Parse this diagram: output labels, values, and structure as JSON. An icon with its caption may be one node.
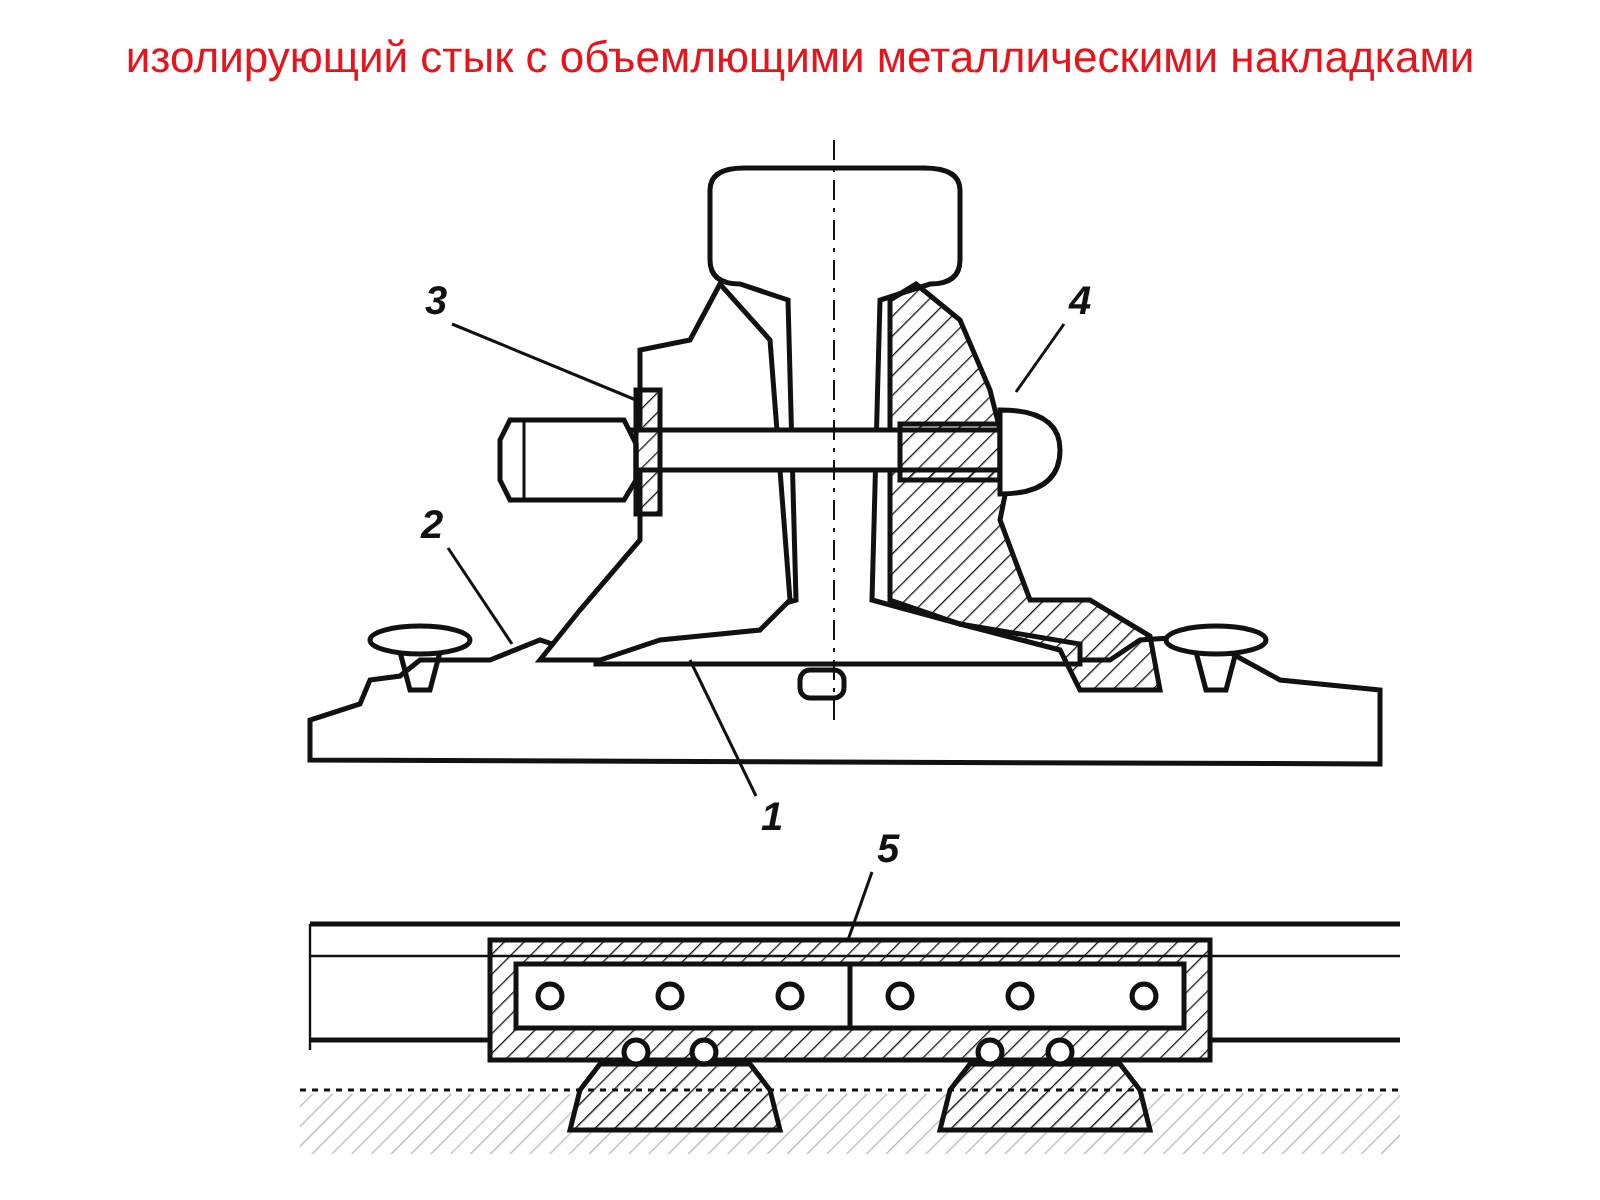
{
  "diagram": {
    "title": "изолирующий стык с объемлющими металлическими накладками",
    "nodes": [
      {
        "text": [
          "3"
        ]
      },
      {
        "text": [
          "4"
        ]
      },
      {
        "text": [
          "2"
        ]
      },
      {
        "text": [
          "1"
        ]
      },
      {
        "text": [
          "5"
        ]
      }
    ],
    "edges": [
      {
        "from": 0,
        "to": null,
        "arrow": "none"
      },
      {
        "from": 1,
        "to": null,
        "arrow": "none"
      },
      {
        "from": 2,
        "to": null,
        "arrow": "none"
      },
      {
        "from": 3,
        "to": null,
        "arrow": "none"
      },
      {
        "from": 4,
        "to": null,
        "arrow": "none"
      }
    ]
  }
}
